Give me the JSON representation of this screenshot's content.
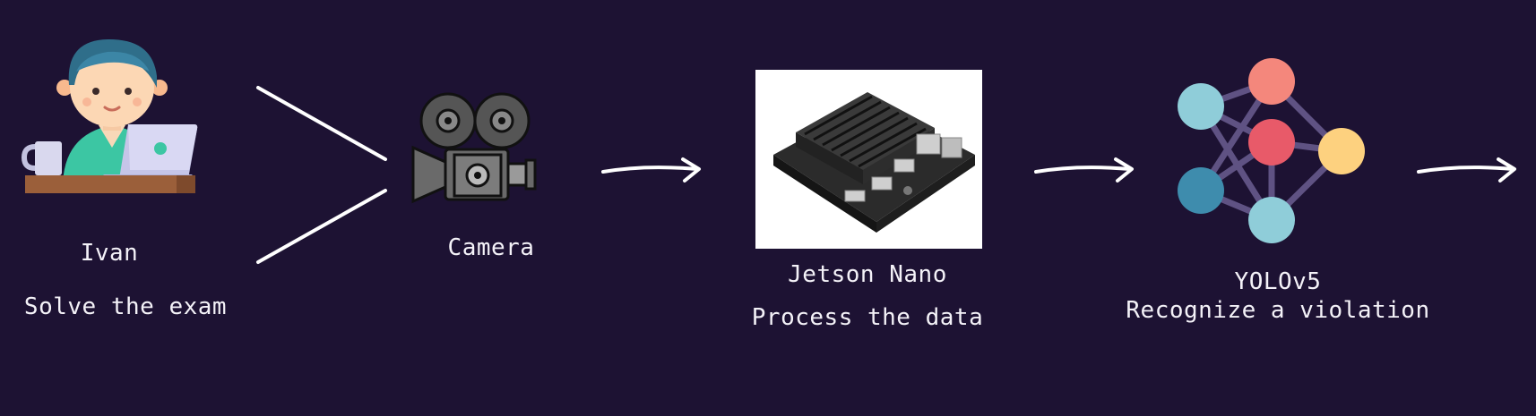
{
  "diagram": {
    "steps": [
      {
        "id": "student",
        "icon": "student-at-laptop-icon",
        "name": "Ivan",
        "caption": "Solve the exam"
      },
      {
        "id": "camera",
        "icon": "movie-camera-icon",
        "name": "Camera"
      },
      {
        "id": "jetson",
        "icon": "jetson-nano-board-image",
        "name": "Jetson Nano",
        "caption": "Process the data"
      },
      {
        "id": "model",
        "icon": "neural-network-icon",
        "name": "YOLOv5",
        "caption": "Recognize a violation"
      }
    ]
  },
  "colors": {
    "background": "#1d1233",
    "text": "#f4f2f8",
    "arrow": "#ffffff"
  }
}
